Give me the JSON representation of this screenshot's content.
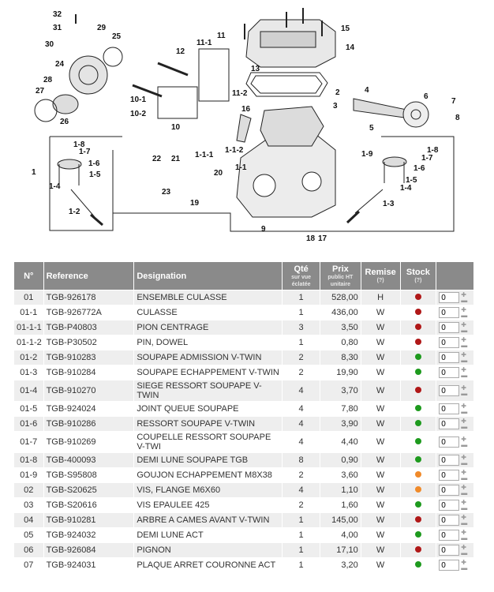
{
  "diagram": {
    "callouts": [
      "32",
      "31",
      "30",
      "29",
      "25",
      "24",
      "28",
      "27",
      "26",
      "12",
      "11-1",
      "11",
      "11-2",
      "10-1",
      "10-2",
      "10",
      "16",
      "15",
      "14",
      "13",
      "1",
      "1-8",
      "1-7",
      "1-6",
      "1-5",
      "1-4",
      "1-2",
      "22",
      "21",
      "23",
      "19",
      "20",
      "1-1-1",
      "1-1-2",
      "1-1",
      "9",
      "2",
      "3",
      "4",
      "6",
      "7",
      "5",
      "8",
      "1-9",
      "18",
      "17",
      "1-3"
    ]
  },
  "table": {
    "headers": {
      "no": "N°",
      "reference": "Reference",
      "designation": "Designation",
      "qty": "Qté",
      "qty_sub": "sur vue éclatée",
      "price": "Prix",
      "price_sub": "public HT unitaire",
      "discount": "Remise",
      "discount_sub": "(?)",
      "stock": "Stock",
      "stock_sub": "(?)"
    },
    "colors": {
      "red": "#b01818",
      "green": "#1e9a1e",
      "orange": "#f08a2a"
    },
    "rows": [
      {
        "no": "01",
        "ref": "TGB-926178",
        "des": "ENSEMBLE CULASSE",
        "qty": "1",
        "price": "528,00",
        "remise": "H",
        "stock": "red",
        "order": "0"
      },
      {
        "no": "01-1",
        "ref": "TGB-926772A",
        "des": "CULASSE",
        "qty": "1",
        "price": "436,00",
        "remise": "W",
        "stock": "red",
        "order": "0"
      },
      {
        "no": "01-1-1",
        "ref": "TGB-P40803",
        "des": "PION CENTRAGE",
        "qty": "3",
        "price": "3,50",
        "remise": "W",
        "stock": "red",
        "order": "0"
      },
      {
        "no": "01-1-2",
        "ref": "TGB-P30502",
        "des": "PIN, DOWEL",
        "qty": "1",
        "price": "0,80",
        "remise": "W",
        "stock": "red",
        "order": "0"
      },
      {
        "no": "01-2",
        "ref": "TGB-910283",
        "des": "SOUPAPE ADMISSION V-TWIN",
        "qty": "2",
        "price": "8,30",
        "remise": "W",
        "stock": "green",
        "order": "0"
      },
      {
        "no": "01-3",
        "ref": "TGB-910284",
        "des": "SOUPAPE ECHAPPEMENT V-TWIN",
        "qty": "2",
        "price": "19,90",
        "remise": "W",
        "stock": "green",
        "order": "0"
      },
      {
        "no": "01-4",
        "ref": "TGB-910270",
        "des": "SIEGE RESSORT SOUPAPE V-TWIN",
        "qty": "4",
        "price": "3,70",
        "remise": "W",
        "stock": "red",
        "order": "0"
      },
      {
        "no": "01-5",
        "ref": "TGB-924024",
        "des": "JOINT QUEUE SOUPAPE",
        "qty": "4",
        "price": "7,80",
        "remise": "W",
        "stock": "green",
        "order": "0"
      },
      {
        "no": "01-6",
        "ref": "TGB-910286",
        "des": "RESSORT SOUPAPE V-TWIN",
        "qty": "4",
        "price": "3,90",
        "remise": "W",
        "stock": "green",
        "order": "0"
      },
      {
        "no": "01-7",
        "ref": "TGB-910269",
        "des": "COUPELLE RESSORT SOUPAPE V-TWI",
        "qty": "4",
        "price": "4,40",
        "remise": "W",
        "stock": "green",
        "order": "0"
      },
      {
        "no": "01-8",
        "ref": "TGB-400093",
        "des": "DEMI LUNE SOUPAPE TGB",
        "qty": "8",
        "price": "0,90",
        "remise": "W",
        "stock": "green",
        "order": "0"
      },
      {
        "no": "01-9",
        "ref": "TGB-S95808",
        "des": "GOUJON ECHAPPEMENT M8X38",
        "qty": "2",
        "price": "3,60",
        "remise": "W",
        "stock": "orange",
        "order": "0"
      },
      {
        "no": "02",
        "ref": "TGB-S20625",
        "des": "VIS, FLANGE M6X60",
        "qty": "4",
        "price": "1,10",
        "remise": "W",
        "stock": "orange",
        "order": "0"
      },
      {
        "no": "03",
        "ref": "TGB-S20616",
        "des": "VIS EPAULEE 425",
        "qty": "2",
        "price": "1,60",
        "remise": "W",
        "stock": "green",
        "order": "0"
      },
      {
        "no": "04",
        "ref": "TGB-910281",
        "des": "ARBRE A CAMES AVANT V-TWIN",
        "qty": "1",
        "price": "145,00",
        "remise": "W",
        "stock": "red",
        "order": "0"
      },
      {
        "no": "05",
        "ref": "TGB-924032",
        "des": "DEMI LUNE ACT",
        "qty": "1",
        "price": "4,00",
        "remise": "W",
        "stock": "green",
        "order": "0"
      },
      {
        "no": "06",
        "ref": "TGB-926084",
        "des": "PIGNON",
        "qty": "1",
        "price": "17,10",
        "remise": "W",
        "stock": "red",
        "order": "0"
      },
      {
        "no": "07",
        "ref": "TGB-924031",
        "des": "PLAQUE ARRET COURONNE ACT",
        "qty": "1",
        "price": "3,20",
        "remise": "W",
        "stock": "green",
        "order": "0"
      }
    ]
  }
}
